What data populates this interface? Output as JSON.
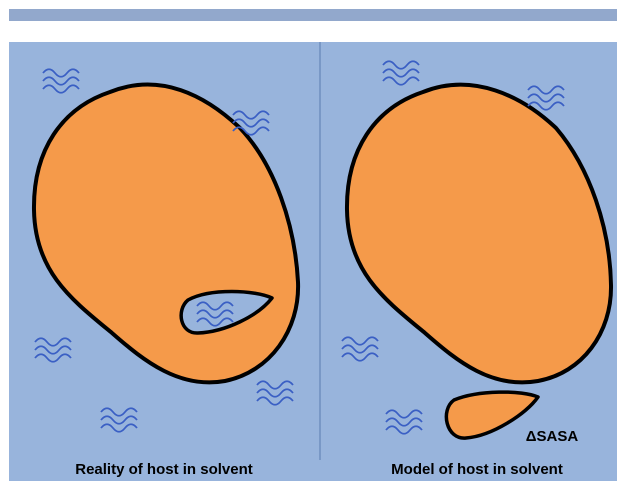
{
  "colors": {
    "top_bar": "#92a8cc",
    "panel_background": "#98b4dc",
    "panel_divider": "#6f8fbf",
    "host_fill": "#f59a4a",
    "host_outline": "#000000",
    "water_icon": "#3a5fc4"
  },
  "panels": [
    {
      "caption": "Reality of host in solvent"
    },
    {
      "caption": "Model of host in solvent",
      "delta_label": "ΔSASA"
    }
  ]
}
